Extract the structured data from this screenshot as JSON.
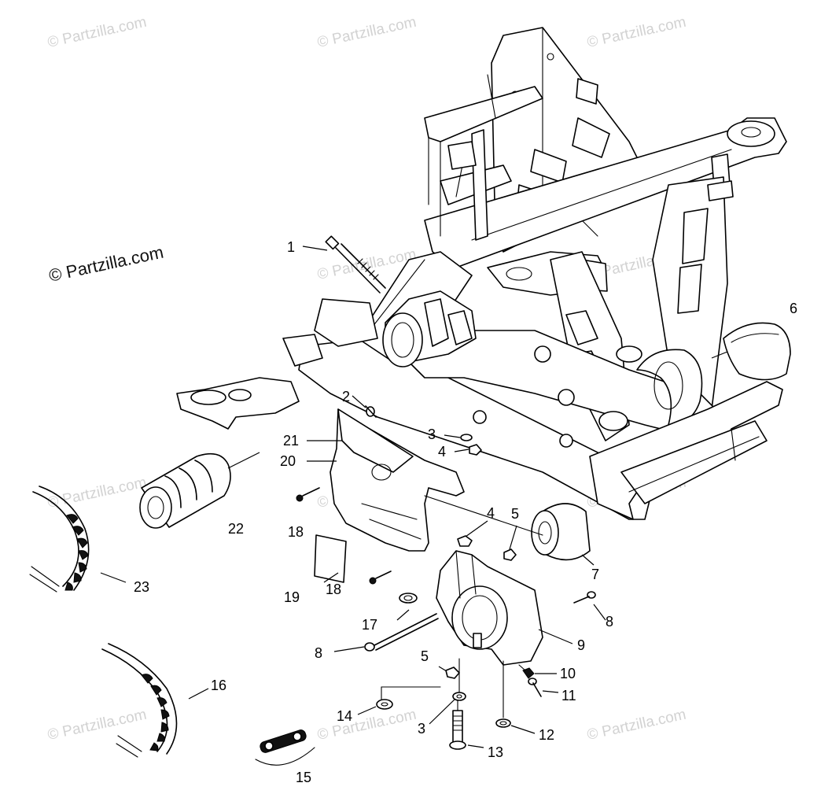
{
  "watermark": {
    "main_text": "© Partzilla.com",
    "faint_text": "© Partzilla.com"
  },
  "colors": {
    "line": "#000000",
    "background": "#ffffff",
    "watermark": "#d2d2d2"
  },
  "callouts": [
    "1",
    "2",
    "3",
    "4",
    "5",
    "6",
    "7",
    "8",
    "9",
    "10",
    "11",
    "12",
    "13",
    "14",
    "15",
    "16",
    "17",
    "18",
    "19",
    "20",
    "21",
    "22",
    "23"
  ],
  "labels": {
    "c1": "1",
    "c2": "2",
    "c3a": "3",
    "c3b": "3",
    "c4a": "4",
    "c4b": "4",
    "c5a": "5",
    "c5b": "5",
    "c6": "6",
    "c7": "7",
    "c8a": "8",
    "c8b": "8",
    "c9": "9",
    "c10": "10",
    "c11": "11",
    "c12": "12",
    "c13": "13",
    "c14": "14",
    "c15": "15",
    "c16": "16",
    "c17": "17",
    "c18a": "18",
    "c18b": "18",
    "c19": "19",
    "c20": "20",
    "c21": "21",
    "c22": "22",
    "c23": "23"
  }
}
